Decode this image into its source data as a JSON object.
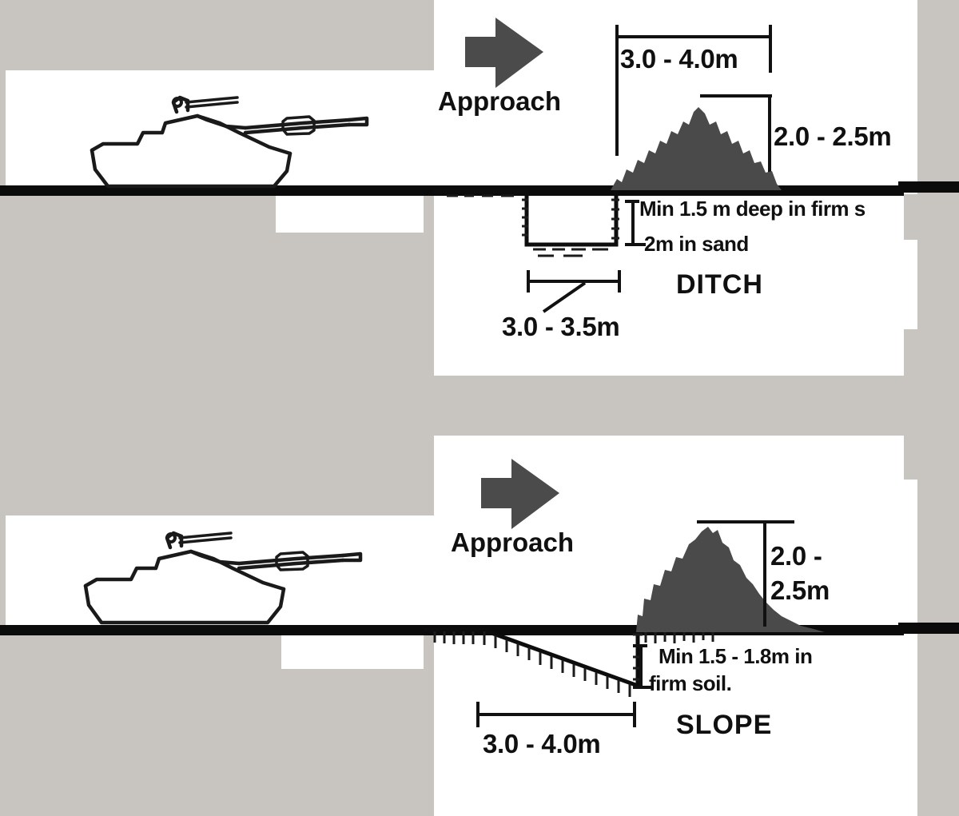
{
  "document": {
    "kind": "scanned-engineering-diagram",
    "background_color": "#c8c4c0",
    "paper_color": "#ffffff",
    "ink_color": "#101010",
    "fill_color": "#4a4a4a"
  },
  "diagrams": [
    {
      "id": "ditch",
      "title": "DITCH",
      "approach_label": "Approach",
      "approach_icon": "right-arrow-icon",
      "vehicle_icon": "tank-silhouette-icon",
      "dimensions": {
        "top_width": "3.0 - 4.0m",
        "mound_height": "2.0 - 2.5m",
        "bottom_width": "3.0 - 3.5m"
      },
      "notes": [
        "Min 1.5 m deep in firm s",
        "2m in sand"
      ]
    },
    {
      "id": "slope",
      "title": "SLOPE",
      "approach_label": "Approach",
      "approach_icon": "right-arrow-icon",
      "vehicle_icon": "tank-silhouette-icon",
      "dimensions": {
        "mound_height_line1": "2.0 -",
        "mound_height_line2": "2.5m",
        "run_width": "3.0 - 4.0m"
      },
      "notes": [
        "Min 1.5 - 1.8m in",
        "firm soil."
      ]
    }
  ]
}
